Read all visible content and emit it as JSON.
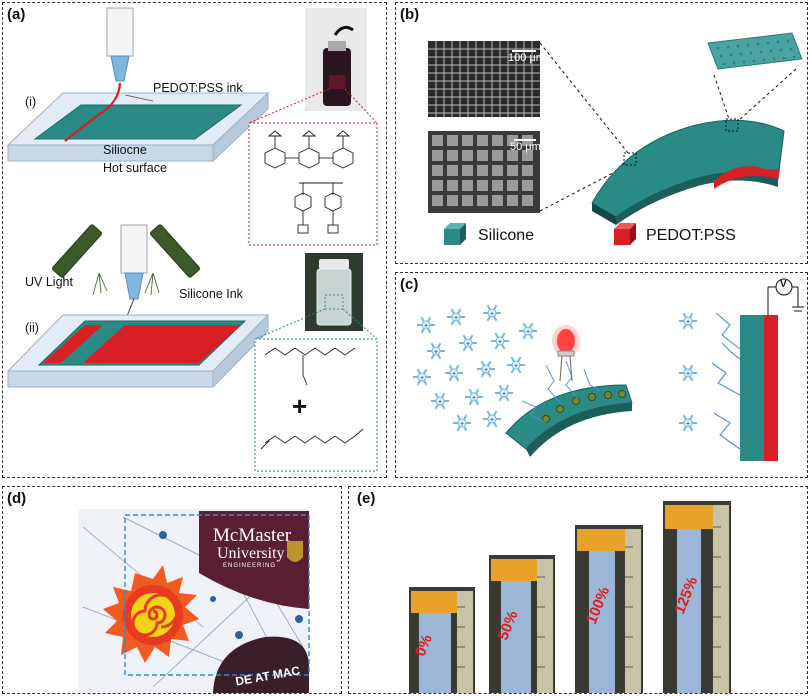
{
  "panels": {
    "a": {
      "label": "(a)",
      "step_i": "(i)",
      "step_ii": "(ii)",
      "pedot_ink": "PEDOT:PSS ink",
      "substrate_label": "Siliocne",
      "hot_surface": "Hot surface",
      "uv_light": "UV Light",
      "silicone_ink": "Silicone Ink",
      "plus": "+"
    },
    "b": {
      "label": "(b)",
      "scale_top": "100 μm",
      "scale_bottom": "50 μm",
      "legend_silicone": "Silicone",
      "legend_pedot": "PEDOT:PSS"
    },
    "c": {
      "label": "(c)",
      "voltmeter": "V"
    },
    "d": {
      "label": "(d)",
      "logo_line1": "McMaster",
      "logo_line2": "University",
      "logo_line3": "ENGINEERING",
      "banner_text": "DE AT MAC"
    },
    "e": {
      "label": "(e)",
      "strains": [
        "0%",
        "50%",
        "100%",
        "125%"
      ]
    }
  },
  "colors": {
    "silicone": "#2a8a86",
    "pedot": "#d81f26",
    "glass": "#dfe9f5",
    "panel_border": "#333333"
  }
}
